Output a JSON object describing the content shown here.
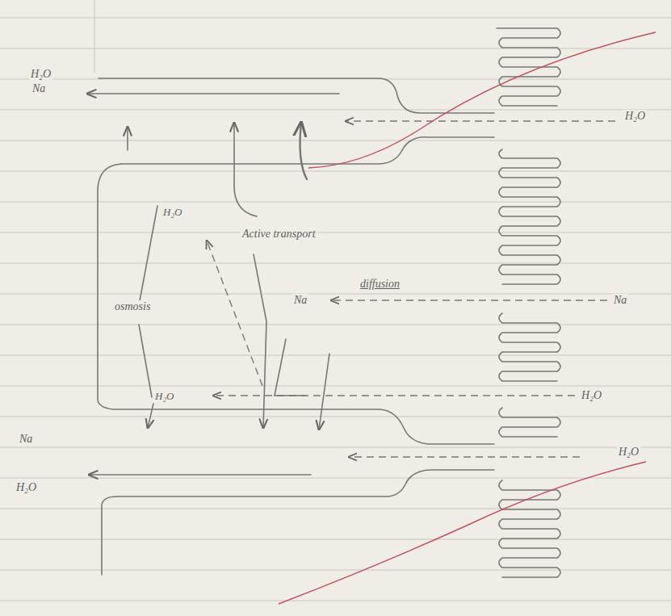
{
  "diagram": {
    "labels": [
      "H₂O",
      "Na",
      "H₂O",
      "H₂O",
      "Active transport",
      "osmosis",
      "Na",
      "diffusion",
      "Na",
      "H₂O",
      "H₂O",
      "Na",
      "H₂O",
      "H₂O"
    ]
  }
}
